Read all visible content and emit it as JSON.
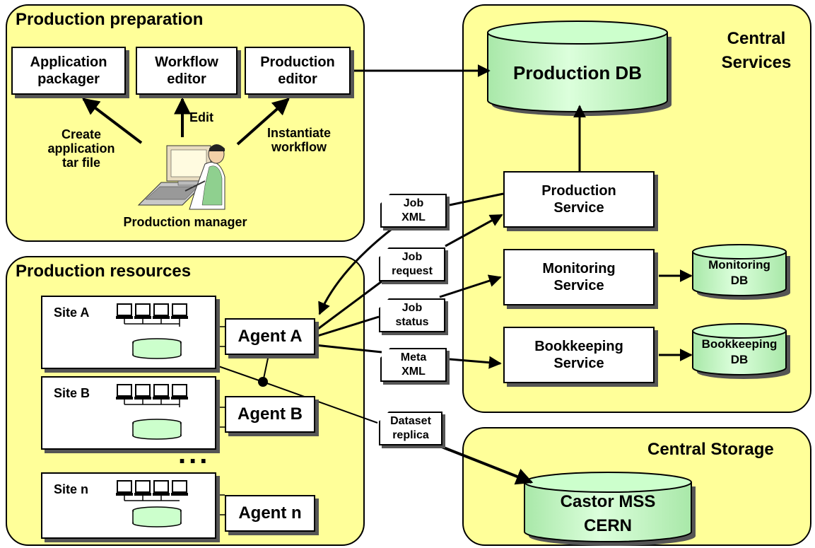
{
  "regions": {
    "preparation": "Production preparation",
    "resources": "Production resources",
    "central_services": "Central\nServices",
    "central_storage": "Central Storage"
  },
  "tools": {
    "application_packager": "Application\npackager",
    "workflow_editor": "Workflow\neditor",
    "production_editor": "Production\neditor"
  },
  "actions": {
    "create": "Create\napplication\ntar file",
    "edit": "Edit",
    "instantiate": "Instantiate\nworkflow"
  },
  "manager_label": "Production manager",
  "databases": {
    "production_db": "Production DB",
    "monitoring_db": "Monitoring\nDB",
    "bookkeeping_db": "Bookkeeping\nDB",
    "castor": "Castor MSS\nCERN"
  },
  "services": {
    "production": "Production\nService",
    "monitoring": "Monitoring\nService",
    "bookkeeping": "Bookkeeping\nService"
  },
  "messages": {
    "job_xml": "Job\nXML",
    "job_request": "Job\nrequest",
    "job_status": "Job\nstatus",
    "meta_xml": "Meta\nXML",
    "dataset_replica": "Dataset\nreplica"
  },
  "sites": {
    "a": "Site A",
    "b": "Site B",
    "n": "Site n"
  },
  "agents": {
    "a": "Agent  A",
    "b": "Agent  B",
    "n": "Agent  n"
  },
  "ellipsis": "...",
  "colors": {
    "region_fill": "#ffff99",
    "database_fill": "#ccffcc",
    "shadow": "#555555"
  }
}
